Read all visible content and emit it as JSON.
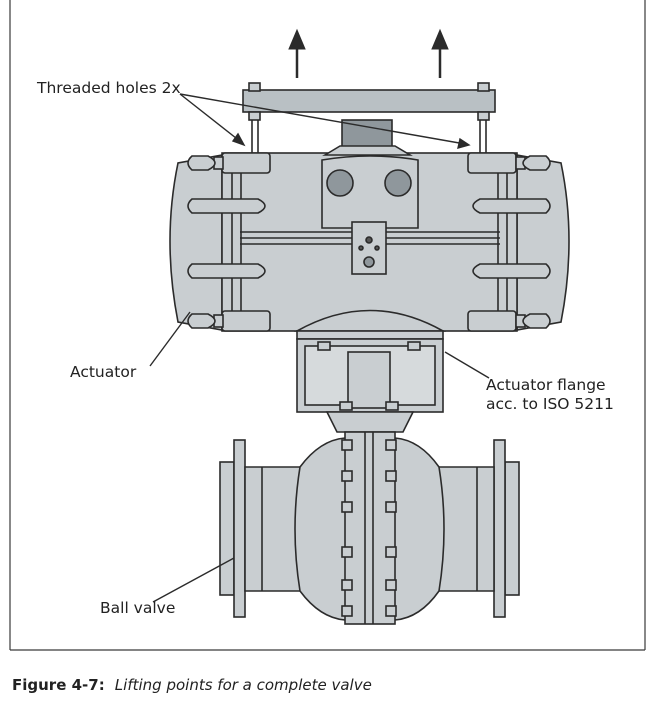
{
  "labels": {
    "threaded_holes": "Threaded holes 2x",
    "actuator": "Actuator",
    "actuator_flange_line1": "Actuator flange",
    "actuator_flange_line2": "acc. to ISO 5211",
    "ball_valve": "Ball valve"
  },
  "caption": {
    "number": "Figure 4-7:",
    "text": "Lifting points for a complete valve"
  },
  "colors": {
    "fill": "#c9ced1",
    "fill_dark": "#8f979c",
    "stroke": "#2b2b2b",
    "frame": "#3a3a3a"
  }
}
